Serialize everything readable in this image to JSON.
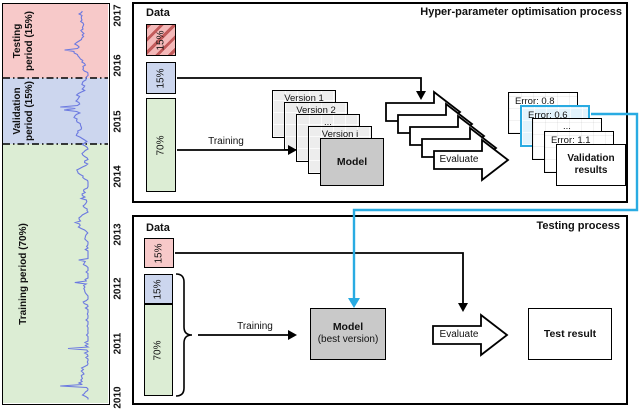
{
  "left_chart": {
    "type": "line",
    "title": "",
    "time_axis_years": [
      "2017",
      "2016",
      "2015",
      "2014",
      "2013",
      "2012",
      "2011",
      "2010"
    ],
    "periods": [
      {
        "line1": "Testing",
        "line2": "period (15%)",
        "color": "#f7c9c9",
        "share": "15%"
      },
      {
        "line1": "Validation",
        "line2": "period (15%)",
        "color": "#ccd6ee",
        "share": "15%"
      },
      {
        "line1": "Training period (70%)",
        "line2": "",
        "color": "#dcedd4",
        "share": "70%"
      }
    ],
    "line_color": "#6b79e0"
  },
  "top_panel": {
    "title": "Hyper-parameter optimisation process",
    "data_label": "Data",
    "data_boxes": [
      {
        "label": "15%",
        "style": "hatched-pink"
      },
      {
        "label": "15%",
        "style": "blue"
      },
      {
        "label": "70%",
        "style": "green"
      }
    ],
    "training_label": "Training",
    "versions": [
      "Version 1",
      "Version 2",
      "...",
      "Version i"
    ],
    "model_label": "Model",
    "evaluate_label": "Evaluate",
    "errors": [
      "Error: 0.8",
      "Error: 0.6",
      "...",
      "Error: 1.1"
    ],
    "validation_results_label": "Validation results",
    "selected_error": "Error: 0.6"
  },
  "bottom_panel": {
    "title": "Testing process",
    "data_label": "Data",
    "data_boxes": [
      {
        "label": "15%",
        "style": "pink"
      },
      {
        "label": "15%",
        "style": "blue"
      },
      {
        "label": "70%",
        "style": "green"
      }
    ],
    "training_label": "Training",
    "model_label": "Model",
    "model_sublabel": "(best version)",
    "evaluate_label": "Evaluate",
    "test_result_label": "Test result"
  },
  "colors": {
    "pink": "#f7c9c9",
    "hatch_stripe": "#c25b5b",
    "blue": "#ccd6ee",
    "green": "#dcedd4",
    "model_gray": "#c9c9c9",
    "stack_gray": "#ededed",
    "highlight_cyan": "#29abe2",
    "highlight_cyan_fill": "#e2f3fc",
    "series_line": "#6b79e0"
  }
}
